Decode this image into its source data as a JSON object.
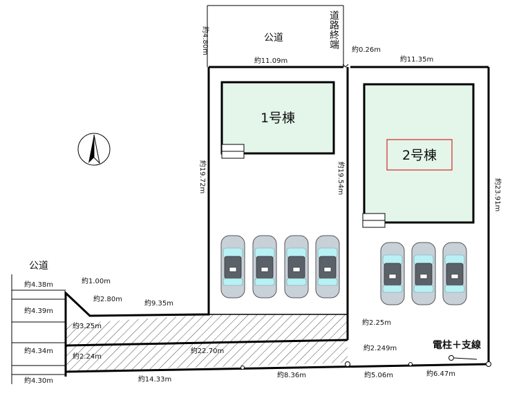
{
  "road_north_label": "公道",
  "road_west_label": "公道",
  "road_end_label": "道路終端",
  "building_1_label": "1号棟",
  "building_2_label": "2号棟",
  "utility_pole_label": "電柱＋支線",
  "dimensions": {
    "road_width_north": "約4.80m",
    "top_left": "約11.09m",
    "top_gap": "約0.26m",
    "top_right": "約11.35m",
    "left_side": "約19.72m",
    "middle_side": "約19.54m",
    "right_side": "約23.91m",
    "west_1": "約4.38m",
    "west_2": "約4.39m",
    "west_3": "約4.34m",
    "west_4": "約4.30m",
    "corner_1": "約1.00m",
    "corner_2": "約2.80m",
    "corner_3": "約3.25m",
    "corner_4": "約2.24m",
    "lot_south_1": "約9.35m",
    "lot_south_2": "約22.70m",
    "easement_1": "約2.25m",
    "easement_2": "約2.249m",
    "bottom_1": "約14.33m",
    "bottom_2": "約8.36m",
    "bottom_3": "約5.06m",
    "bottom_4": "約6.47m"
  },
  "colors": {
    "building_fill": "#e4f5ea",
    "line": "#000000",
    "label_border": "#cc0000"
  }
}
